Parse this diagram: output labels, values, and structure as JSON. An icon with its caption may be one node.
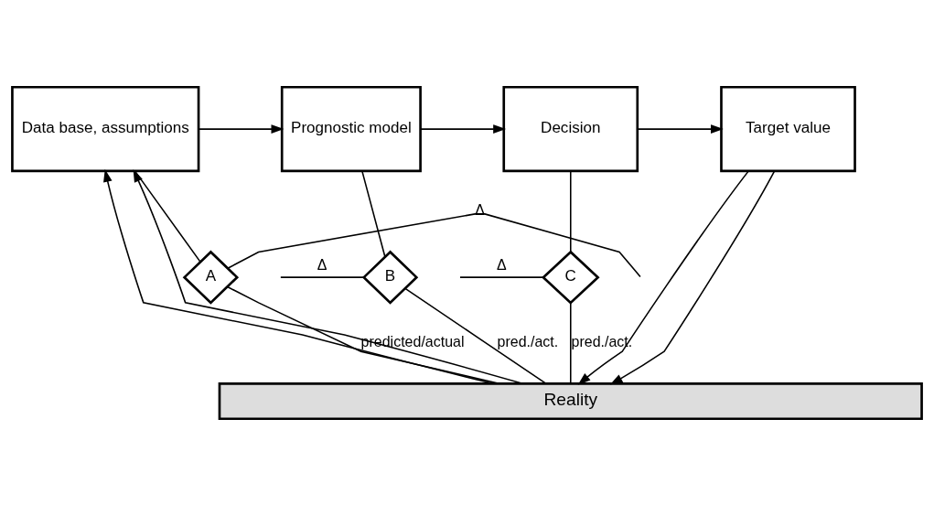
{
  "diagram": {
    "nodes": [
      {
        "text": [
          "Data base, assumptions"
        ]
      },
      {
        "text": [
          "Prognostic model"
        ]
      },
      {
        "text": [
          "Decision"
        ]
      },
      {
        "text": [
          "Target value"
        ]
      },
      {
        "text": [
          "A"
        ]
      },
      {
        "text": [
          "B"
        ]
      },
      {
        "text": [
          "C"
        ]
      },
      {
        "text": [
          "Reality"
        ]
      }
    ],
    "edges": [
      {
        "from": 0,
        "to": 1,
        "arrow": "to"
      },
      {
        "from": 1,
        "to": 2,
        "arrow": "to"
      },
      {
        "from": 2,
        "to": 3,
        "arrow": "to"
      },
      {
        "from": 0,
        "to": 4,
        "arrow": "none"
      },
      {
        "from": 1,
        "to": 5,
        "arrow": "none"
      },
      {
        "from": 2,
        "to": 6,
        "arrow": "none"
      },
      {
        "from": null,
        "to": 4,
        "arrow": "none",
        "label": "Δ"
      },
      {
        "from": null,
        "to": 5,
        "arrow": "none",
        "label": "Δ"
      },
      {
        "from": null,
        "to": 6,
        "arrow": "none",
        "label": "Δ"
      },
      {
        "from": 4,
        "to": 7,
        "arrow": "none",
        "label": "predicted/actual"
      },
      {
        "from": 5,
        "to": 7,
        "arrow": "none",
        "label": "pred./act."
      },
      {
        "from": 6,
        "to": 7,
        "arrow": "none",
        "label": "pred./act."
      },
      {
        "from": 7,
        "to": 0,
        "arrow": "to"
      },
      {
        "from": 7,
        "to": 0,
        "arrow": "to"
      },
      {
        "from": 3,
        "to": 7,
        "arrow": "to"
      },
      {
        "from": 3,
        "to": 7,
        "arrow": "to"
      }
    ]
  }
}
